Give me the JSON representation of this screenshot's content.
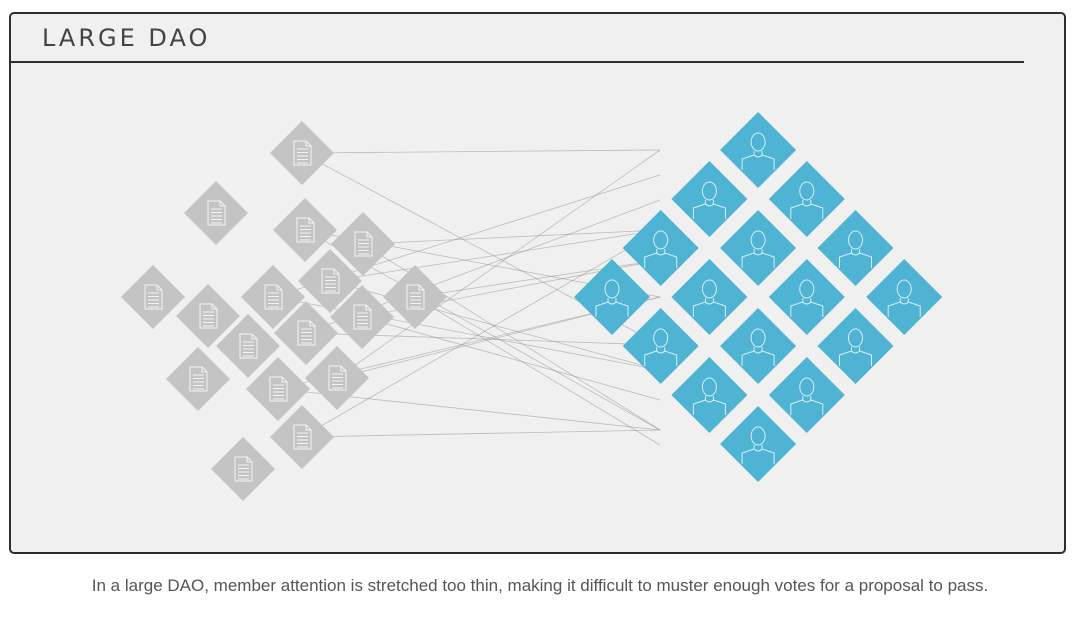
{
  "title": "LARGE DAO",
  "caption": "In a large DAO, member attention is stretched too thin, making it difficult to muster enough votes for a proposal to pass.",
  "diagram": {
    "proposals": {
      "icon": "document-icon",
      "count": 17,
      "color": "#c4c4c4"
    },
    "members": {
      "icon": "person-icon",
      "count": 16,
      "color": "#4fb3d4"
    },
    "connector_color": "#8a8a8a"
  }
}
